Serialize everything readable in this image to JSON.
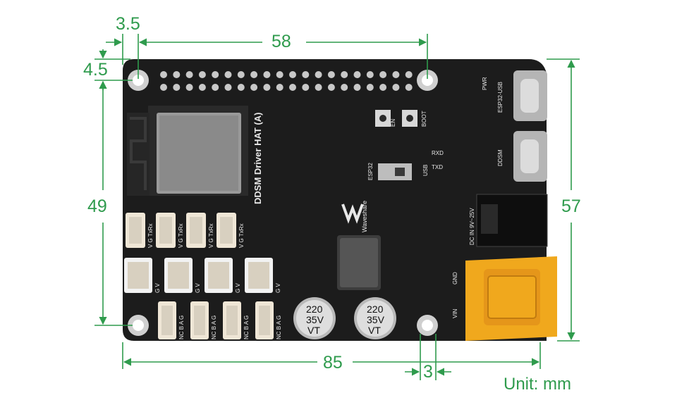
{
  "dimensions": {
    "hole_offset_x": "3.5",
    "hole_offset_y": "4.5",
    "hole_spacing_x": "58",
    "hole_spacing_y": "49",
    "board_height": "57",
    "board_width": "85",
    "hole_to_edge": "3",
    "unit_label": "Unit: mm"
  },
  "board": {
    "title": "DDSM Driver HAT (A)",
    "brand": "Waveshare",
    "labels": {
      "pwr": "PWR",
      "esp32_usb": "ESP32-USB",
      "ddsm": "DDSM",
      "en": "EN",
      "boot": "BOOT",
      "esp32": "ESP32",
      "usb": "USB",
      "rxd": "RXD",
      "txd": "TXD",
      "dc_in": "DC IN 9V~25V",
      "gnd": "GND",
      "vin": "VIN",
      "vgtxrx": "V G TxRx",
      "gv": "G V",
      "ncbag": "NC B A G"
    },
    "capacitors": [
      {
        "line1": "220",
        "line2": "35V",
        "line3": "VT"
      },
      {
        "line1": "220",
        "line2": "35V",
        "line3": "VT"
      }
    ]
  },
  "colors": {
    "dimension": "#2f9b4d",
    "pcb": "#1c1c1c",
    "connector_yellow": "#f0a81d"
  }
}
